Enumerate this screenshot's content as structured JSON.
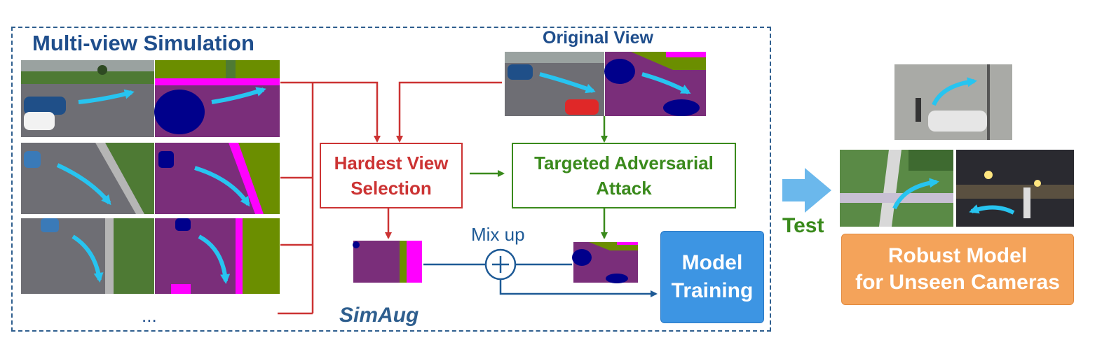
{
  "diagram": {
    "sim_title": "Multi-view Simulation",
    "original_view_title": "Original View",
    "hardest_view": [
      "Hardest View",
      "Selection"
    ],
    "targeted_attack": [
      "Targeted Adversarial",
      "Attack"
    ],
    "mix_up": "Mix up",
    "simaug": "SimAug",
    "model_training": [
      "Model",
      "Training"
    ],
    "ellipsis": "...",
    "test": "Test",
    "robust_model": [
      "Robust Model",
      "for Unseen Cameras"
    ]
  },
  "colors": {
    "dash_border": "#2e5e8e",
    "title_blue": "#1f4e8c",
    "red": "#cc3333",
    "green": "#3a8a1c",
    "line_blue": "#1e5a96",
    "model_box": "#3d95e3",
    "robust_box": "#f4a35a",
    "test_arrow": "#6bb8ec",
    "seg_purple": "#7a2e7a",
    "seg_magenta": "#ff00ff",
    "seg_green": "#6b8e00",
    "seg_navy": "#00008b",
    "road_gray": "#6e6e74",
    "grass": "#4e7a34",
    "arrow_cyan": "#27c4f0"
  },
  "icons": {
    "mix_operator": "circle-plus-icon",
    "test_arrow": "big-right-arrow-icon"
  }
}
